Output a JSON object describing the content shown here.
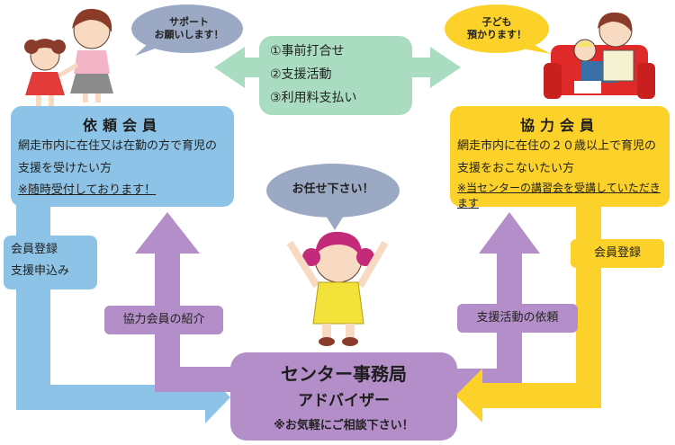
{
  "center_steps": [
    "①事前打合せ",
    "②支援活動",
    "③利用料支払い"
  ],
  "left_member": {
    "title": "依頼会員",
    "description": "網走市内に在住又は在勤の方で育児の支援を受けたい方",
    "note": "※随時受付しております！",
    "bubble": [
      "サポート",
      "お願いします！"
    ]
  },
  "right_member": {
    "title": "協力会員",
    "description": "網走市内に在住の２０歳以上で育児の支援をおこないたい方",
    "note": "※当センターの講習会を受講していただきます",
    "bubble": [
      "子ども",
      "預かります！"
    ]
  },
  "center_office": {
    "title": "センター事務局",
    "subtitle": "アドバイザー",
    "note": "※お気軽にご相談下さい！",
    "bubble": "お任せ下さい！"
  },
  "flows": {
    "left_register": [
      "会員登録",
      "支援申込み"
    ],
    "left_intro": "協力会員の紹介",
    "right_request": "支援活動の依頼",
    "right_register": "会員登録"
  },
  "colors": {
    "blue": "#8cc3e6",
    "yellow": "#fcd12a",
    "purple": "#b48ec8",
    "green": "#a9dcc1",
    "bubble_fill": "#9ba9c4"
  }
}
